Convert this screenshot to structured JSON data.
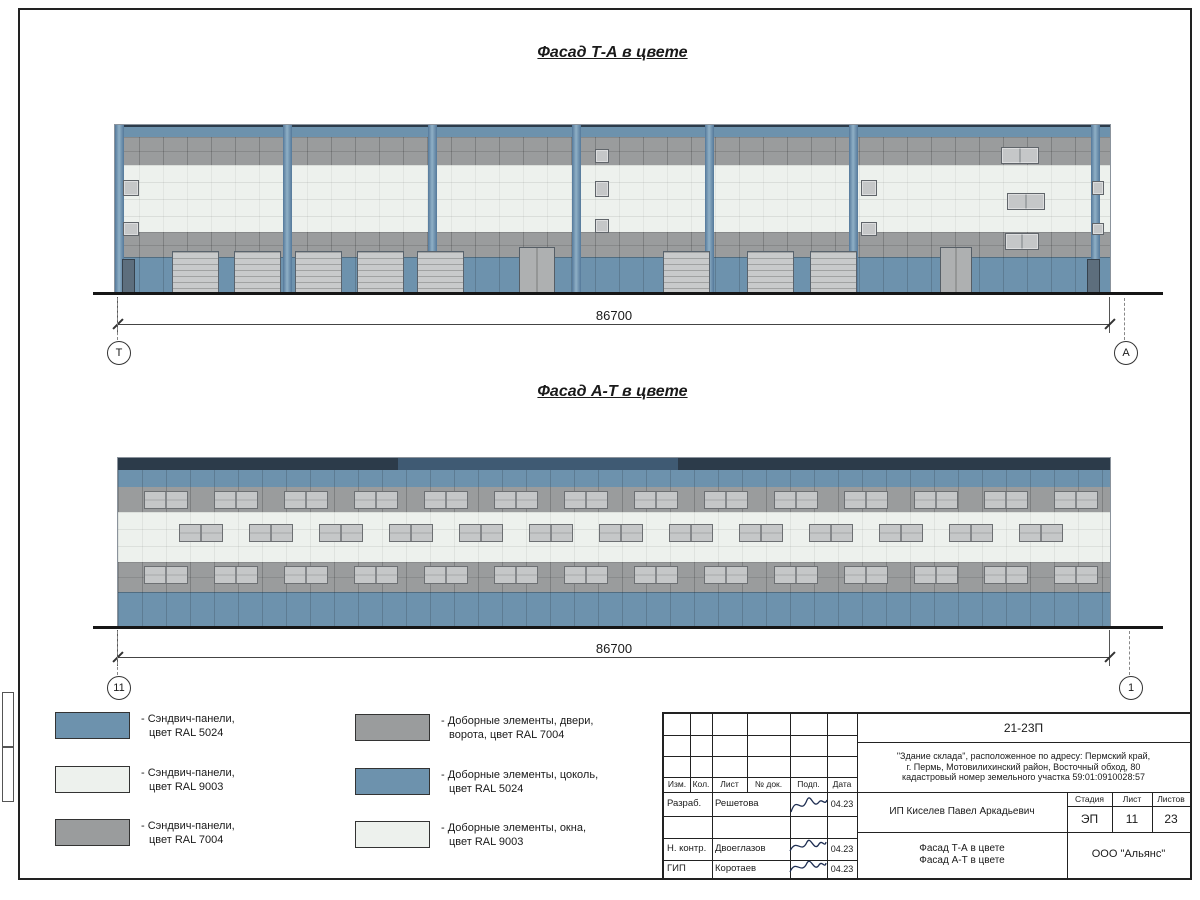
{
  "titles": {
    "facade1": "Фасад Т-А в цвете",
    "facade2": "Фасад А-Т в цвете"
  },
  "dimensions": {
    "facade1": "86700",
    "facade2": "86700"
  },
  "axes": {
    "facade1_left": "Т",
    "facade1_right": "А",
    "facade2_left": "11",
    "facade2_right": "1"
  },
  "colors": {
    "panel_blue": "#6d92ad",
    "panel_white": "#edf1ed",
    "panel_gray": "#9a9c9d",
    "parapet_dark": "#2c3b4a",
    "parapet_light": "#3f5a73",
    "pilaster_light": "#8fb0c6",
    "pilaster_dark": "#54789a",
    "gate_gray": "#c8cacb",
    "door_gray": "#aeb0b1",
    "dark_door": "#5d6e7d",
    "window_gray": "#c5c7c8"
  },
  "legend": [
    {
      "swatch": "blue",
      "line1": "- Сэндвич-панели,",
      "line2": "цвет RAL 5024"
    },
    {
      "swatch": "white",
      "line1": "- Сэндвич-панели,",
      "line2": "цвет RAL 9003"
    },
    {
      "swatch": "gray",
      "line1": "- Сэндвич-панели,",
      "line2": "цвет RAL 7004"
    },
    {
      "swatch": "gray",
      "line1": "- Доборные элементы, двери,",
      "line2": "ворота, цвет RAL 7004"
    },
    {
      "swatch": "blue",
      "line1": "- Доборные элементы, цоколь,",
      "line2": "цвет RAL 5024"
    },
    {
      "swatch": "white",
      "line1": "- Доборные элементы, окна,",
      "line2": "цвет RAL 9003"
    }
  ],
  "stamp": {
    "doc_number": "21-23П",
    "description_lines": [
      "\"Здание склада\", расположенное по адресу: Пермский край,",
      "г. Пермь, Мотовилихинский район, Восточный обход, 80",
      "кадастровый номер земельного участка 59:01:0910028:57"
    ],
    "columns": [
      "Изм.",
      "Кол.",
      "Лист",
      "№ док.",
      "Подп.",
      "Дата"
    ],
    "rows": [
      {
        "role": "Разраб.",
        "name": "Решетова",
        "date": "04.23"
      },
      {
        "role": "Н. контр.",
        "name": "Двоеглазов",
        "date": "04.23"
      },
      {
        "role": "ГИП",
        "name": "Коротаев",
        "date": "04.23"
      }
    ],
    "client": "ИП Киселев Павел Аркадьевич",
    "stage_header": [
      "Стадия",
      "Лист",
      "Листов"
    ],
    "stage_values": [
      "ЭП",
      "11",
      "23"
    ],
    "sheet_title_lines": [
      "Фасад Т-А в цвете",
      "Фасад А-Т в цвете"
    ],
    "organization": "ООО \"Альянс\""
  }
}
